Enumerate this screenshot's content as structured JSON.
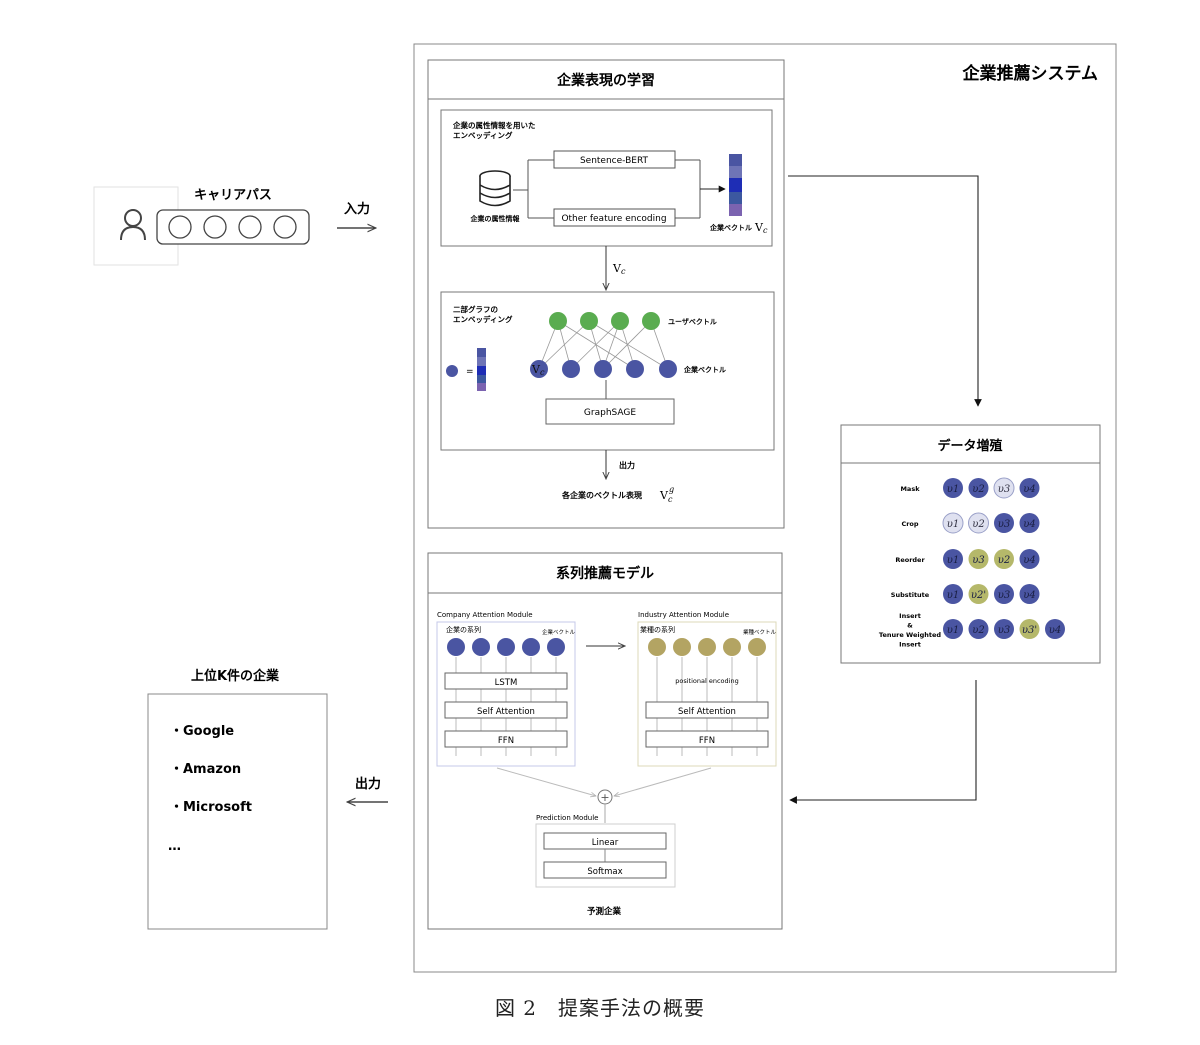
{
  "system": {
    "title": "企業推薦システム"
  },
  "career": {
    "title": "キャリアパス",
    "input_label": "入力"
  },
  "learning": {
    "title": "企業表現の学習",
    "attr": {
      "title_line1": "企業の属性情報を用いた",
      "title_line2": "エンベッディング",
      "db_label": "企業の属性情報",
      "sbert": "Sentence-BERT",
      "other": "Other feature encoding",
      "vec_label": "企業ベクトル",
      "vec_symbol": "V",
      "vec_sub": "c"
    },
    "mid_symbol": "V",
    "mid_sub": "c",
    "graph": {
      "title_line1": "二部グラフの",
      "title_line2": "エンベッディング",
      "equals": "=",
      "user_label": "ユーザベクトル",
      "company_label": "企業ベクトル",
      "node_symbol": "V",
      "node_sub": "c",
      "graphsage": "GraphSAGE"
    },
    "out_label": "出力",
    "result_label": "各企業のベクトル表現",
    "result_symbol": "V",
    "result_sub": "c",
    "result_sup": "g"
  },
  "augment": {
    "title": "データ増殖",
    "rows": [
      {
        "label": "Mask",
        "tokens": [
          {
            "t": "υ1",
            "s": "blue"
          },
          {
            "t": "υ2",
            "s": "blue"
          },
          {
            "t": "υ3",
            "s": "light"
          },
          {
            "t": "υ4",
            "s": "blue"
          }
        ]
      },
      {
        "label": "Crop",
        "tokens": [
          {
            "t": "υ1",
            "s": "light"
          },
          {
            "t": "υ2",
            "s": "light"
          },
          {
            "t": "υ3",
            "s": "blue"
          },
          {
            "t": "υ4",
            "s": "blue"
          }
        ]
      },
      {
        "label": "Reorder",
        "tokens": [
          {
            "t": "υ1",
            "s": "blue"
          },
          {
            "t": "υ3",
            "s": "olive"
          },
          {
            "t": "υ2",
            "s": "olive"
          },
          {
            "t": "υ4",
            "s": "blue"
          }
        ]
      },
      {
        "label": "Substitute",
        "tokens": [
          {
            "t": "υ1",
            "s": "blue"
          },
          {
            "t": "υ2'",
            "s": "olive"
          },
          {
            "t": "υ3",
            "s": "blue"
          },
          {
            "t": "υ4",
            "s": "blue"
          }
        ]
      },
      {
        "label": "Insert & Tenure Weighted Insert",
        "label_lines": [
          "Insert",
          "&",
          "Tenure Weighted",
          "Insert"
        ],
        "tokens": [
          {
            "t": "υ1",
            "s": "blue"
          },
          {
            "t": "υ2",
            "s": "blue"
          },
          {
            "t": "υ3",
            "s": "blue"
          },
          {
            "t": "υ3'",
            "s": "olive"
          },
          {
            "t": "υ4",
            "s": "blue"
          }
        ]
      }
    ]
  },
  "seq": {
    "title": "系列推薦モデル",
    "company_module": "Company Attention Module",
    "company_seq": "企業の系列",
    "company_vec": "企業ベクトル",
    "lstm": "LSTM",
    "self_attention": "Self Attention",
    "ffn": "FFN",
    "industry_module": "Industry Attention Module",
    "industry_seq": "業種の系列",
    "industry_vec": "業種ベクトル",
    "positional": "positional encoding",
    "plus": "+",
    "prediction_module": "Prediction Module",
    "linear": "Linear",
    "softmax": "Softmax",
    "predicted": "予測企業"
  },
  "topk": {
    "title": "上位K件の企業",
    "items": [
      "・Google",
      "・Amazon",
      "・Microsoft",
      "…"
    ],
    "output_label": "出力"
  },
  "caption": "図 2　提案手法の概要",
  "colors": {
    "blue": "#4a55a2",
    "green": "#5aac50",
    "olive": "#b3a463",
    "olive_light": "#b5b86a",
    "light": "#dfe1f0",
    "line": "#555555"
  }
}
